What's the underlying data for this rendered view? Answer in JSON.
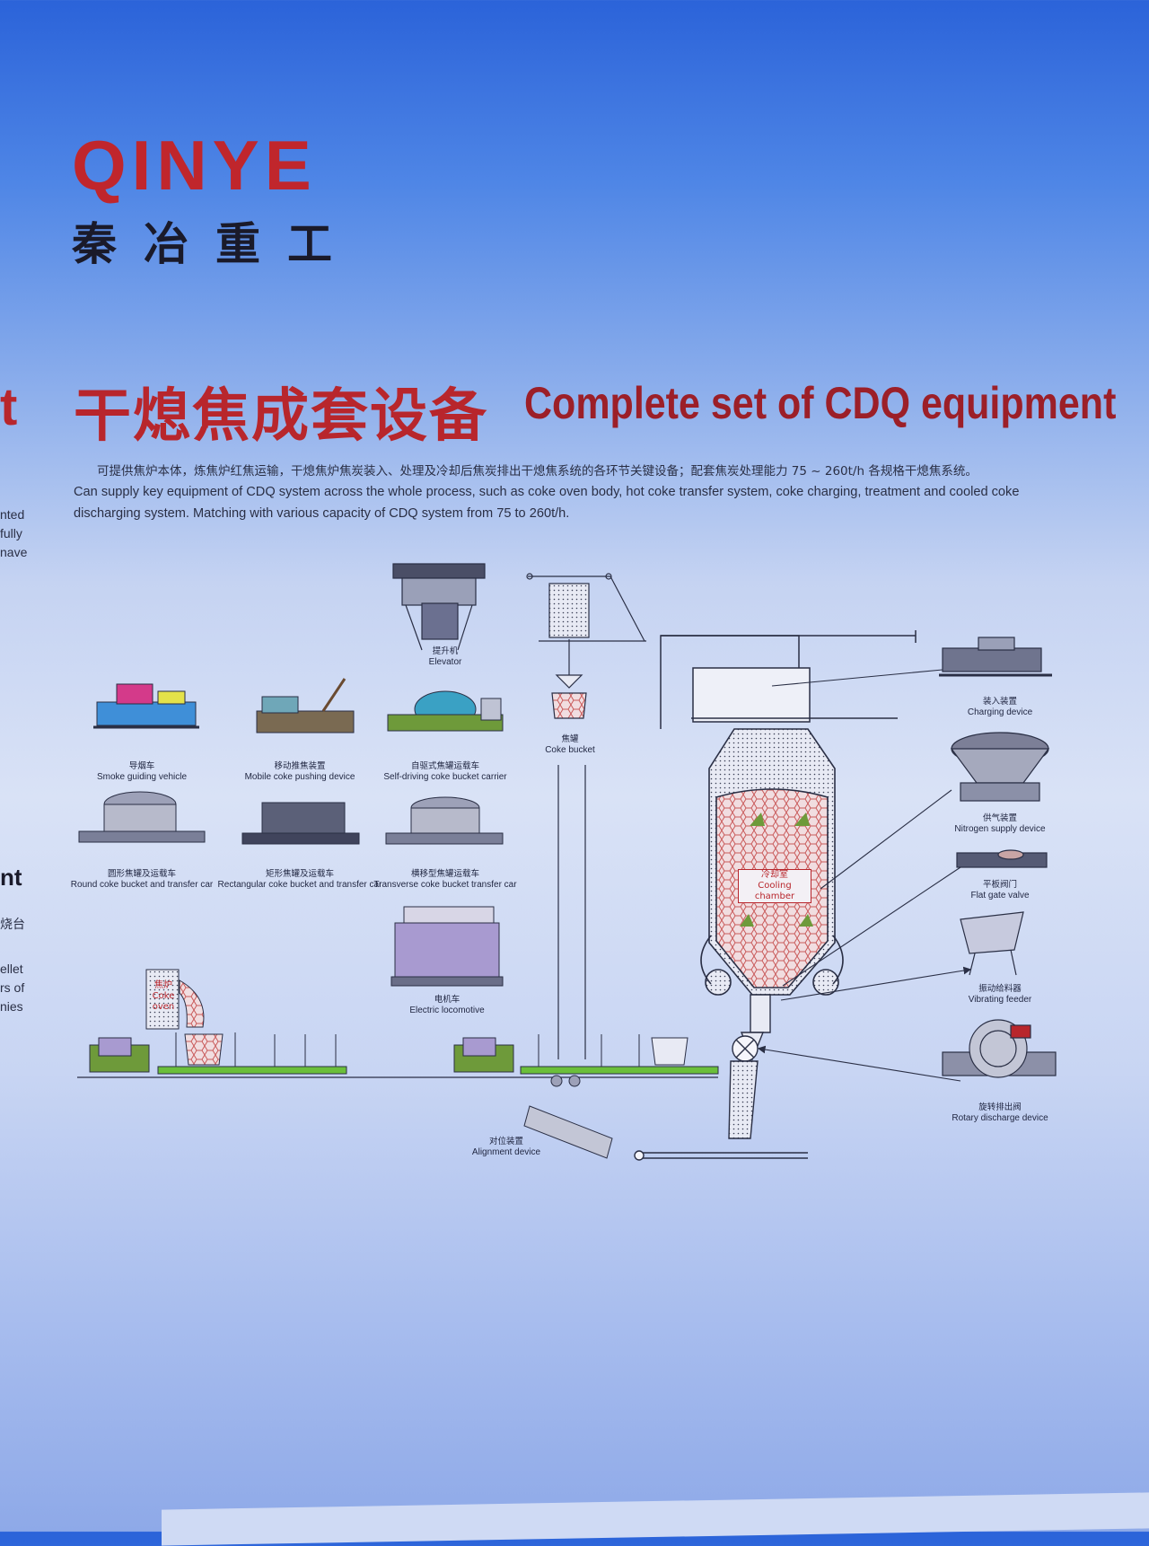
{
  "brand": {
    "wordmark": "QINYE",
    "name_cn": "秦冶重工",
    "color": "#c0262c"
  },
  "heading": {
    "title_cn": "干熄焦成套设备",
    "title_en": "Complete set of CDQ equipment",
    "description_cn": "可提供焦炉本体，炼焦炉红焦运输，干熄焦炉焦炭装入、处理及冷却后焦炭排出干熄焦系统的各环节关键设备；配套焦炭处理能力 75 ~ 260t/h 各规格干熄焦系统。",
    "description_en": "Can supply key equipment of CDQ system across the whole process, such as coke oven body, hot coke transfer system, coke charging, treatment and cooled coke discharging system. Matching with various capacity of CDQ system from 75 to 260t/h."
  },
  "left_edge_fragments": {
    "t": "t",
    "nted": "nted",
    "fully": "fully",
    "nave": "nave",
    "nt": "nt",
    "cn": "烧台",
    "ellet": "ellet",
    "rs_of": "rs of",
    "nies": "nies"
  },
  "equipment": {
    "elevator": {
      "cn": "提升机",
      "en": "Elevator"
    },
    "coke_bucket": {
      "cn": "焦罐",
      "en": "Coke bucket"
    },
    "charging_device": {
      "cn": "装入装置",
      "en": "Charging device"
    },
    "smoke_vehicle": {
      "cn": "导烟车",
      "en": "Smoke guiding vehicle"
    },
    "pushing_device": {
      "cn": "移动推焦装置",
      "en": "Mobile coke pushing device"
    },
    "self_driving": {
      "cn": "自驱式焦罐运载车",
      "en": "Self-driving coke bucket carrier"
    },
    "nitrogen": {
      "cn": "供气装置",
      "en": "Nitrogen supply device"
    },
    "round_bucket": {
      "cn": "圆形焦罐及运载车",
      "en": "Round coke bucket and transfer car"
    },
    "rect_bucket": {
      "cn": "矩形焦罐及运载车",
      "en": "Rectangular coke bucket and transfer car"
    },
    "transverse": {
      "cn": "横移型焦罐运载车",
      "en": "Transverse coke bucket transfer car"
    },
    "flat_gate": {
      "cn": "平板阀门",
      "en": "Flat gate valve"
    },
    "cooling_chamber": {
      "cn": "冷却室",
      "en": "Cooling chamber"
    },
    "vibrating": {
      "cn": "振动给料器",
      "en": "Vibrating feeder"
    },
    "locomotive": {
      "cn": "电机车",
      "en": "Electric locomotive"
    },
    "coke_oven": {
      "cn": "焦炉",
      "en1": "Coke",
      "en2": "oven"
    },
    "rotary": {
      "cn": "旋转排出阀",
      "en": "Rotary discharge device"
    },
    "alignment": {
      "cn": "对位装置",
      "en": "Alignment device"
    }
  },
  "colors": {
    "title_red": "#b8262c",
    "ink": "#1f2540",
    "sky_top": "#2b63d9"
  }
}
